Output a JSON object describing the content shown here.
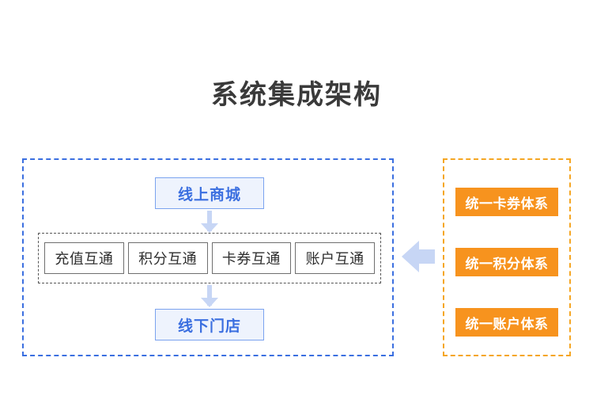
{
  "title": "系统集成架构",
  "left_panel": {
    "top_box": "线上商城",
    "bottom_box": "线下门店",
    "capabilities": [
      "充值互通",
      "积分互通",
      "卡券互通",
      "账户互通"
    ]
  },
  "right_panel": {
    "items": [
      "统一卡券体系",
      "统一积分体系",
      "统一账户体系"
    ]
  },
  "colors": {
    "blue_border": "#3b6fe0",
    "blue_fill": "#eef3fd",
    "orange_border": "#f5a623",
    "orange_fill": "#f7931e",
    "arrow": "#c7d6f5",
    "title": "#3a3a3a"
  }
}
